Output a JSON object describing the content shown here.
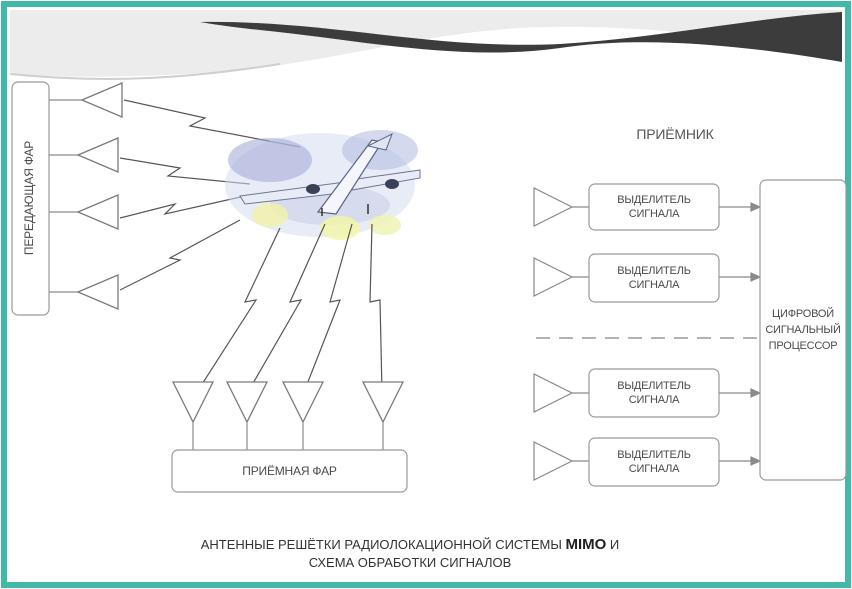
{
  "colors": {
    "frame_teal": "#41b8a8",
    "swoosh_dark": "#3a3a3a",
    "swoosh_light": "#e9e9e9",
    "line_gray": "#8a8a8a",
    "box_border": "#9a9a9a",
    "text_gray": "#4a4a4a"
  },
  "transmit_array": {
    "label": "ПЕРЕДАЮЩАЯ ФАР",
    "antenna_count": 4
  },
  "receive_array": {
    "label": "ПРИЁМНАЯ ФАР",
    "antenna_count": 4
  },
  "receiver": {
    "title": "ПРИЁМНИК",
    "channels": [
      {
        "line1": "ВЫДЕЛИТЕЛЬ",
        "line2": "СИГНАЛА"
      },
      {
        "line1": "ВЫДЕЛИТЕЛЬ",
        "line2": "СИГНАЛА"
      },
      {
        "line1": "ВЫДЕЛИТЕЛЬ",
        "line2": "СИГНАЛА"
      },
      {
        "line1": "ВЫДЕЛИТЕЛЬ",
        "line2": "СИГНАЛА"
      }
    ],
    "processor": {
      "line1": "ЦИФРОВОЙ",
      "line2": "СИГНАЛЬНЫЙ",
      "line3": "ПРОЦЕССОР"
    }
  },
  "caption": {
    "line1_before": "АНТЕННЫЕ РЕШЁТКИ РАДИОЛОКАЦИОННОЙ СИСТЕМЫ ",
    "line1_bold": "MIMO",
    "line1_after": " И",
    "line2": "СХЕМА ОБРАБОТКИ СИГНАЛОВ"
  },
  "icons": {
    "target": "airplane-icon",
    "antenna": "antenna-triangle-icon",
    "link": "lightning-zigzag-icon"
  }
}
